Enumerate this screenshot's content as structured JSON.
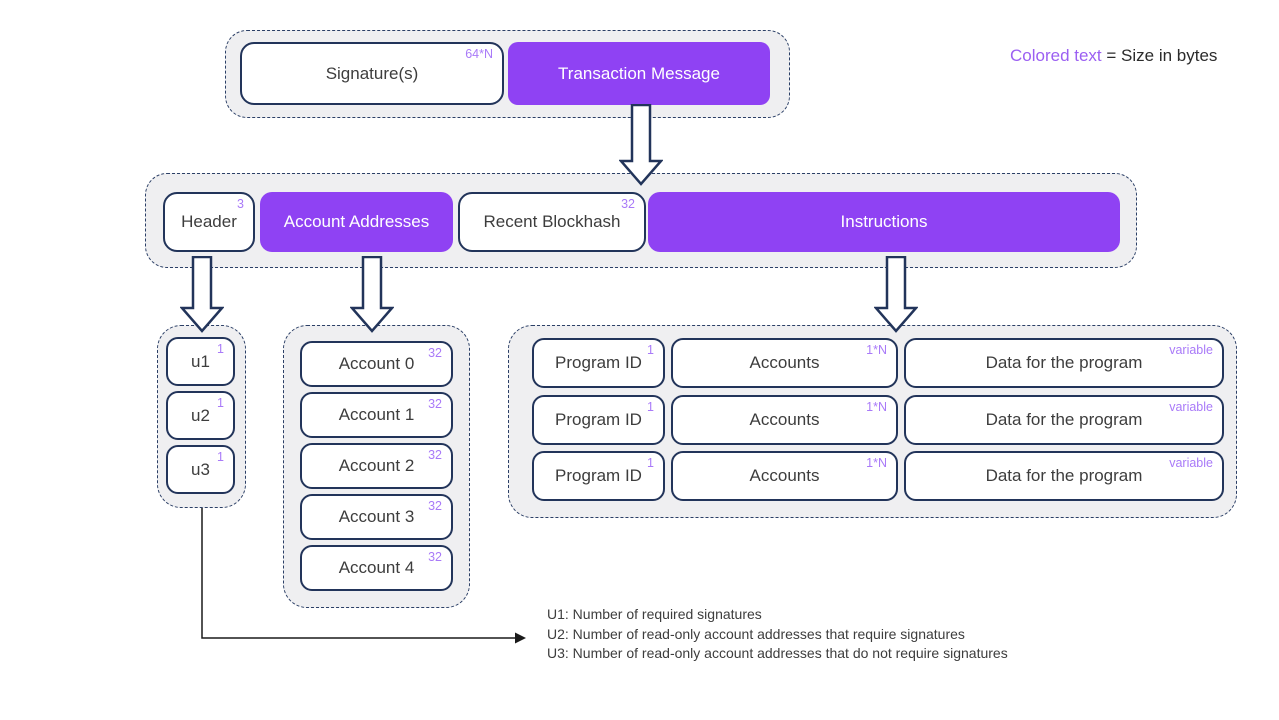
{
  "legend": {
    "colored_text": "Colored text",
    "suffix": " = Size in bytes"
  },
  "transaction": {
    "boxes": [
      {
        "label": "Signature(s)",
        "size": "64*N",
        "variant": "white"
      },
      {
        "label": "Transaction Message",
        "size": "",
        "variant": "purple"
      }
    ]
  },
  "message": {
    "boxes": [
      {
        "label": "Header",
        "size": "3",
        "variant": "white"
      },
      {
        "label": "Account Addresses",
        "size": "",
        "variant": "purple"
      },
      {
        "label": "Recent Blockhash",
        "size": "32",
        "variant": "white"
      },
      {
        "label": "Instructions",
        "size": "",
        "variant": "purple"
      }
    ]
  },
  "header_fields": [
    {
      "label": "u1",
      "size": "1"
    },
    {
      "label": "u2",
      "size": "1"
    },
    {
      "label": "u3",
      "size": "1"
    }
  ],
  "accounts": [
    {
      "label": "Account 0",
      "size": "32"
    },
    {
      "label": "Account 1",
      "size": "32"
    },
    {
      "label": "Account 2",
      "size": "32"
    },
    {
      "label": "Account 3",
      "size": "32"
    },
    {
      "label": "Account 4",
      "size": "32"
    }
  ],
  "instructions": [
    [
      {
        "label": "Program ID",
        "size": "1"
      },
      {
        "label": "Accounts",
        "size": "1*N"
      },
      {
        "label": "Data for the program",
        "size": "variable"
      }
    ],
    [
      {
        "label": "Program ID",
        "size": "1"
      },
      {
        "label": "Accounts",
        "size": "1*N"
      },
      {
        "label": "Data for the program",
        "size": "variable"
      }
    ],
    [
      {
        "label": "Program ID",
        "size": "1"
      },
      {
        "label": "Accounts",
        "size": "1*N"
      },
      {
        "label": "Data for the program",
        "size": "variable"
      }
    ]
  ],
  "notes": [
    "U1: Number of required signatures",
    "U2: Number of read-only account addresses that require signatures",
    "U3: Number of read-only account addresses that do not require signatures"
  ],
  "colors": {
    "purple_fill": "#8F42F3",
    "size_label_purple": "#A97AF8",
    "legend_purple": "#9B5FF2",
    "navy_border": "#22345A",
    "group_background": "#EFEFF1",
    "text_dark": "#3D3D3D"
  }
}
